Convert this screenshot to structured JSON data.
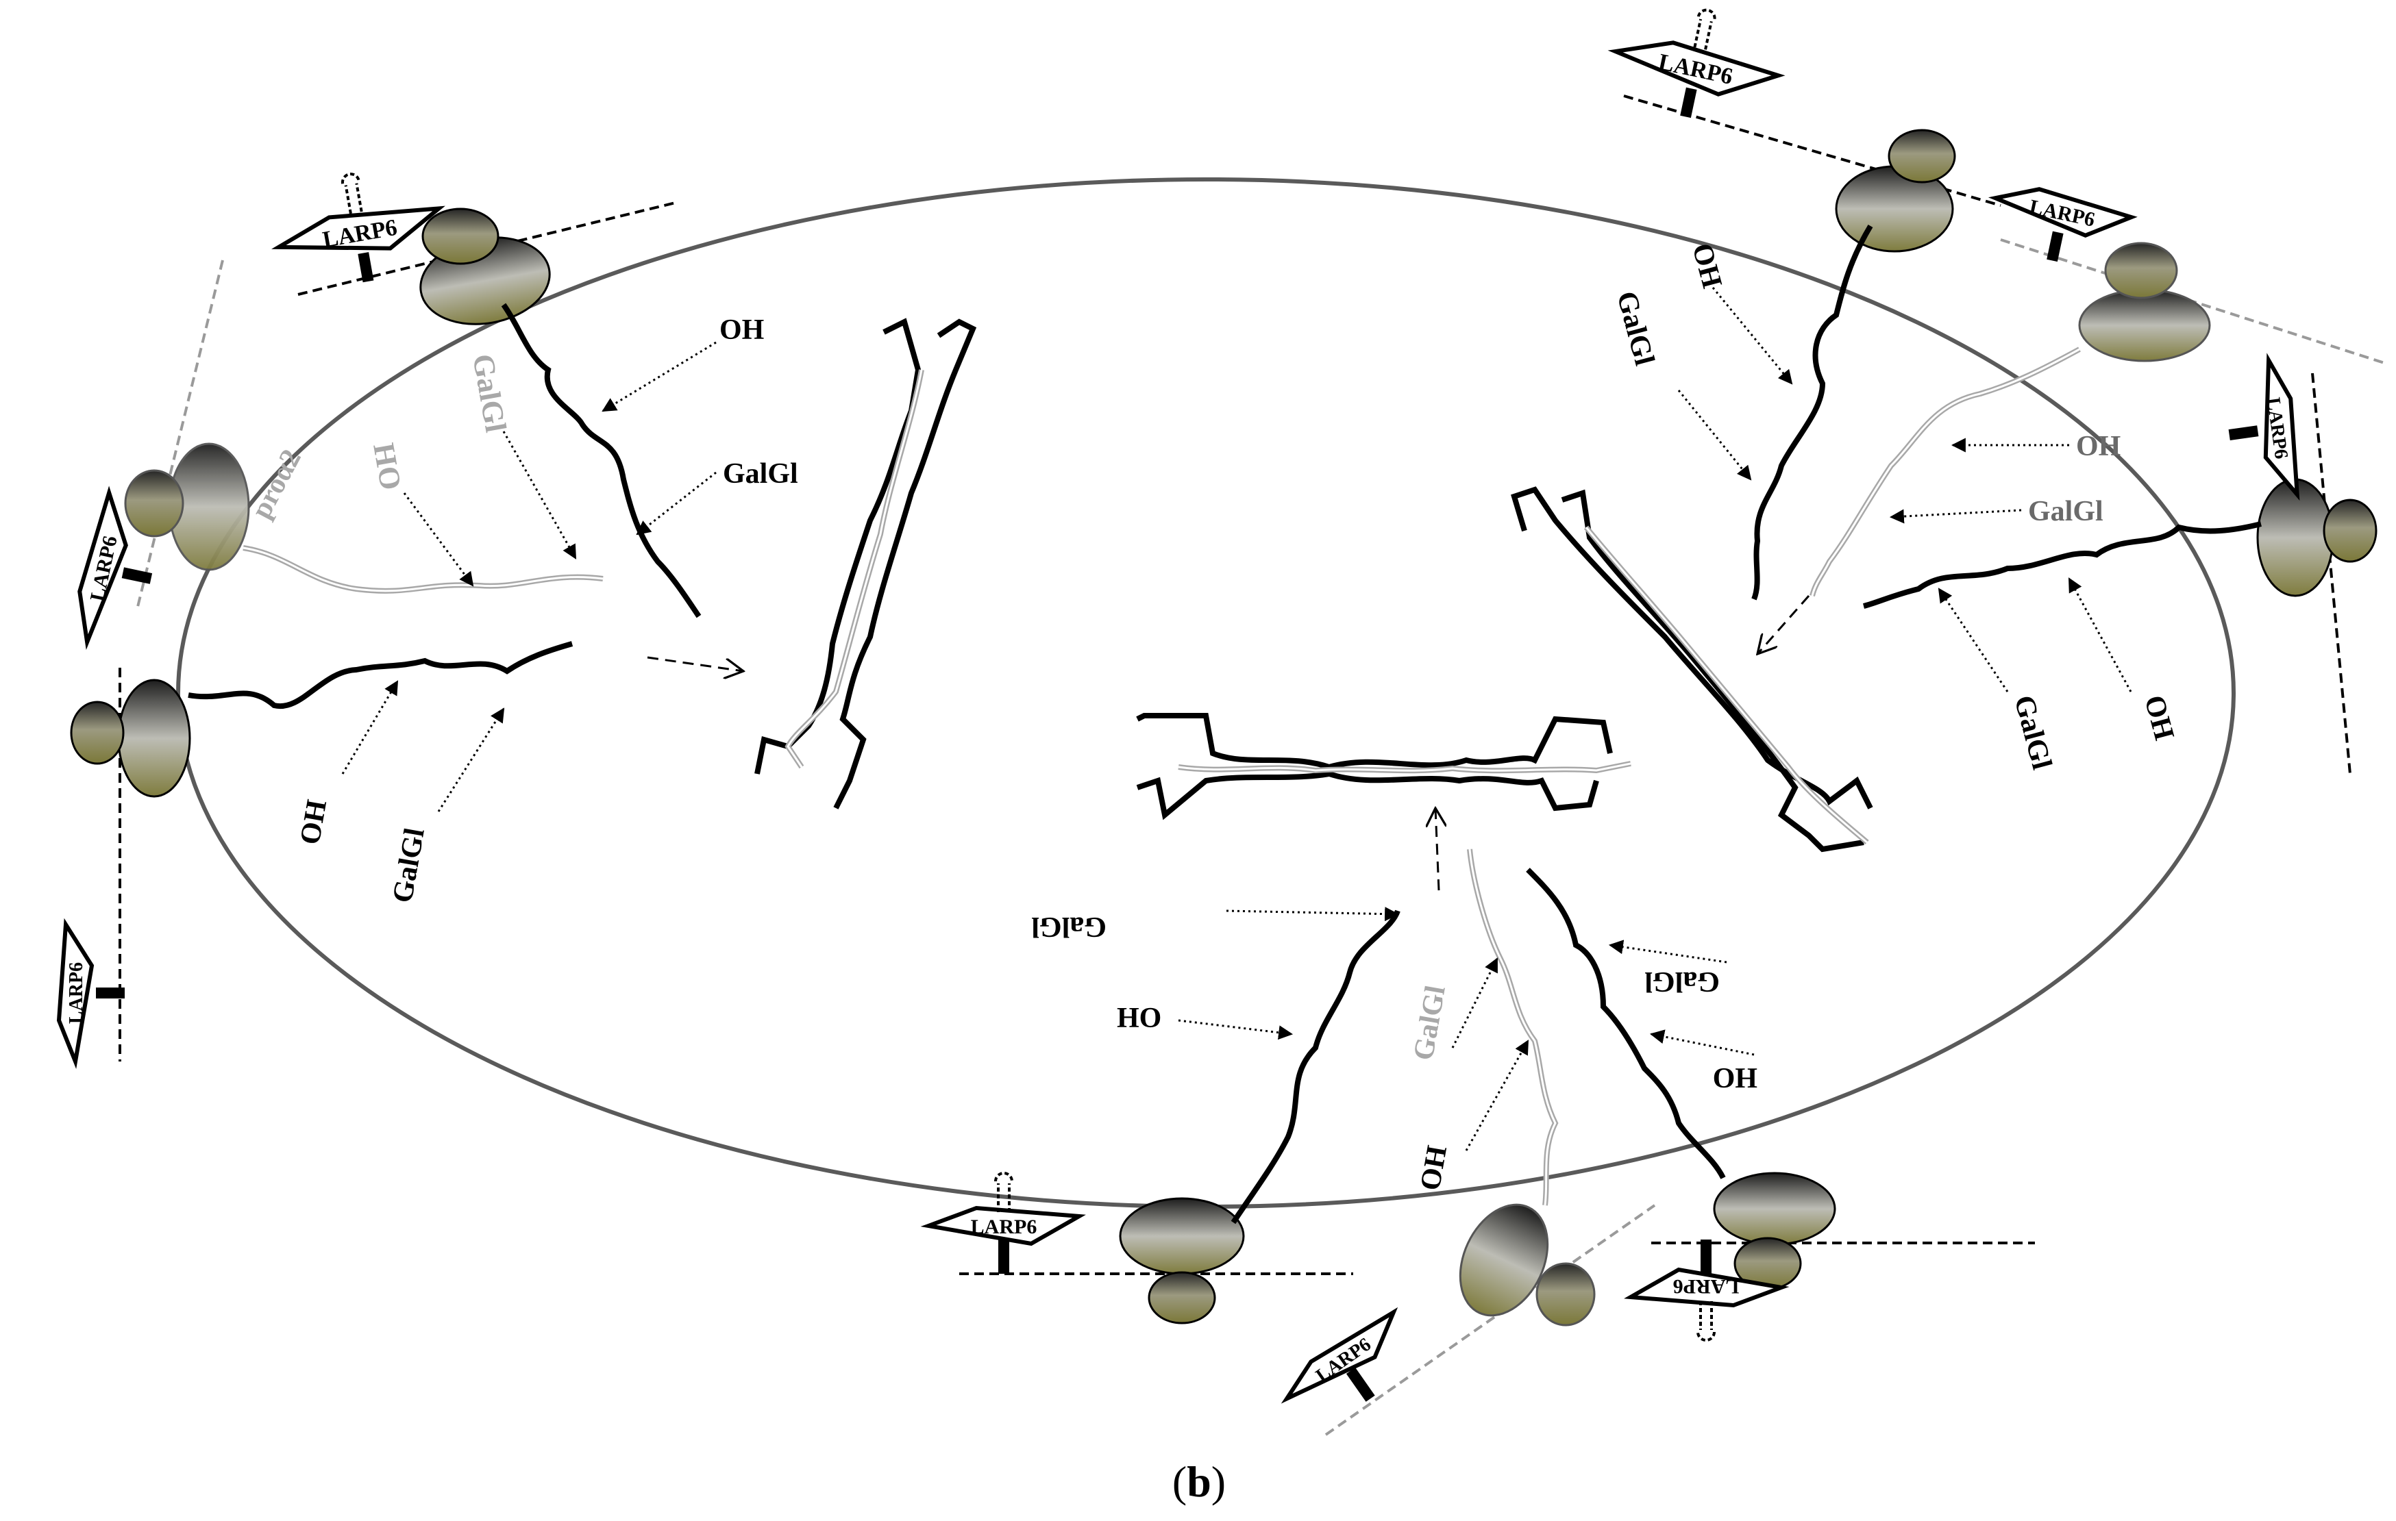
{
  "figure": {
    "panel_label_open": "(",
    "panel_label_letter": "b",
    "panel_label_close": ")"
  },
  "labels": {
    "larp6": "LARP6",
    "oh": "OH",
    "ho": "HO",
    "galgl": "GalGl",
    "proa2": "proα2"
  },
  "colors": {
    "cell_outline": "#5a5a5a",
    "alpha1_chain": "#000000",
    "alpha2_chain": "#a8a8a8",
    "ribosome_light": "#8c8a48",
    "ribosome_dark": "#262626",
    "membrane_line": "#000000",
    "gray_membrane_line": "#9a9a9a"
  }
}
